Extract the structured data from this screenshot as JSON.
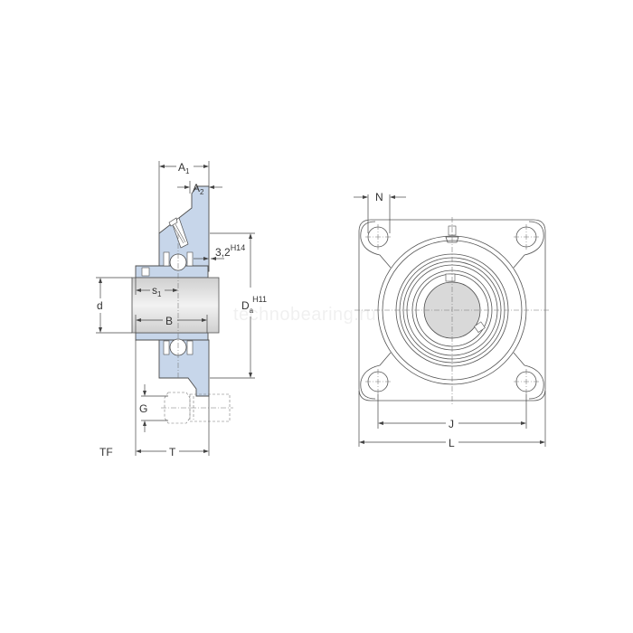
{
  "drawing": {
    "type_label": "TF",
    "watermark": "technobearing.ru",
    "side_view": {
      "dimensions": {
        "A1": {
          "main": "A",
          "sub": "1"
        },
        "A2": {
          "main": "A",
          "sub": "2"
        },
        "chamfer": {
          "main": "3,2",
          "sup": "H14"
        },
        "Da": {
          "main": "D",
          "sub": "a",
          "sup": "H11"
        },
        "d": {
          "main": "d"
        },
        "s1": {
          "main": "s",
          "sub": "1"
        },
        "B": {
          "main": "B"
        },
        "G": {
          "main": "G"
        },
        "T": {
          "main": "T"
        }
      }
    },
    "front_view": {
      "dimensions": {
        "N": {
          "main": "N"
        },
        "J": {
          "main": "J"
        },
        "L": {
          "main": "L"
        }
      }
    },
    "colors": {
      "housing_fill": "#c7d6ea",
      "shaft_fill": "#d9d9d9",
      "line": "#4d4d4d"
    }
  }
}
